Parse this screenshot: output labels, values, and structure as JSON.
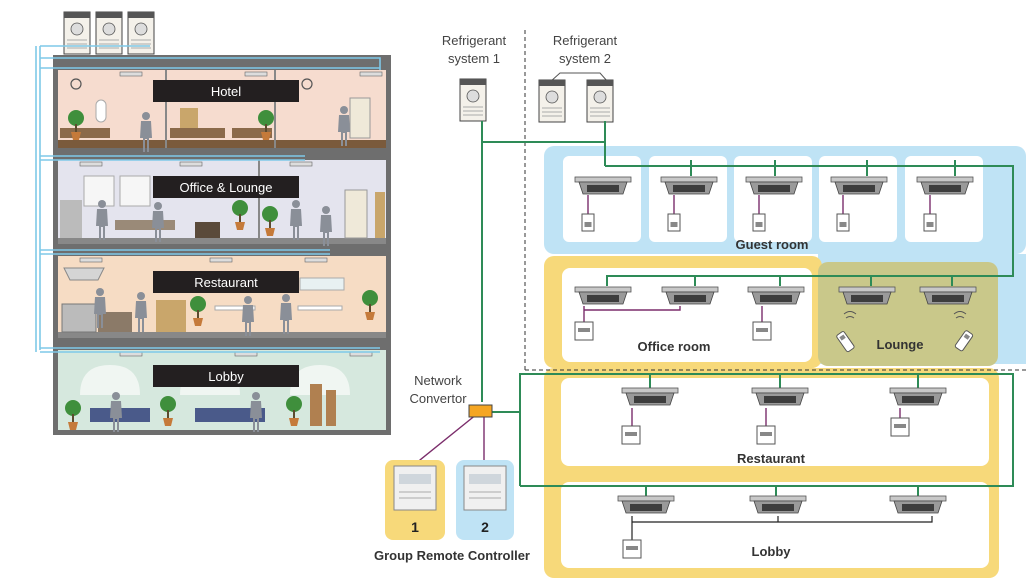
{
  "building": {
    "floors": [
      {
        "id": "hotel",
        "label": "Hotel"
      },
      {
        "id": "office",
        "label": "Office & Lounge"
      },
      {
        "id": "restaurant",
        "label": "Restaurant"
      },
      {
        "id": "lobby",
        "label": "Lobby"
      }
    ]
  },
  "systems": {
    "system1": "Refrigerant system 1",
    "system1_lines": [
      "Refrigerant",
      "system 1"
    ],
    "system2_lines": [
      "Refrigerant",
      "system 2"
    ]
  },
  "zones": {
    "guest_room": "Guest room",
    "office_room": "Office room",
    "lounge": "Lounge",
    "restaurant": "Restaurant",
    "lobby": "Lobby"
  },
  "network": {
    "convertor_lines": [
      "Network",
      "Convertor"
    ],
    "controller_1": "1",
    "controller_2": "2",
    "controller_caption": "Group Remote Controller"
  },
  "colors": {
    "blue_zone": "#bfe3f5",
    "yellow_zone": "#f7d97a",
    "lounge_zone": "#c9c88a",
    "green_line": "#2e8b57",
    "purple_line": "#7b2d6b",
    "pipe_blue": "#7fc9e8",
    "convertor": "#f5a623",
    "label_bg": "#231f20"
  }
}
